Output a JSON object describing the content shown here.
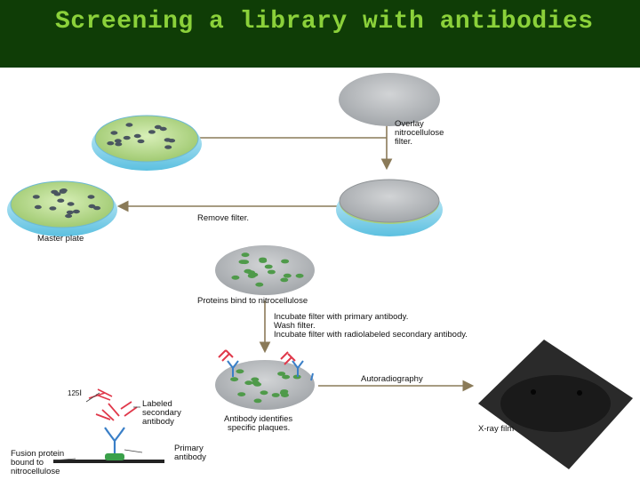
{
  "slide": {
    "title": "Screening a library with antibodies"
  },
  "labels": {
    "overlay": [
      "Overlay",
      "nitrocellulose",
      "filter."
    ],
    "remove_filter": "Remove filter.",
    "master_plate": "Master plate",
    "proteins_bind": "Proteins bind to nitrocellulose",
    "incubate_steps": [
      "Incubate filter with primary antibody.",
      "Wash filter.",
      "Incubate filter with radiolabeled secondary antibody."
    ],
    "autoradiography": "Autoradiography",
    "isotope": "125",
    "isotope_suffix": "I",
    "labeled_secondary": [
      "Labeled",
      "secondary",
      "antibody"
    ],
    "antibody_identifies": [
      "Antibody identifies",
      "specific plaques."
    ],
    "xray_film": "X-ray film",
    "fusion_protein": [
      "Fusion protein",
      "bound to",
      "nitrocellulose"
    ],
    "primary_antibody": [
      "Primary",
      "antibody"
    ]
  },
  "colors": {
    "header_bg": "#0f3d06",
    "title_text": "#8bd13a",
    "plate_rim": "#7fd3ea",
    "agar": "#b5d98a",
    "filter_gray": "#b9bcbf",
    "protein_spot": "#4f9a4a",
    "plaque": "#4a5560",
    "primary_antibody": "#3a7fc7",
    "secondary_antibody": "#e0384a",
    "film": "#222222"
  }
}
